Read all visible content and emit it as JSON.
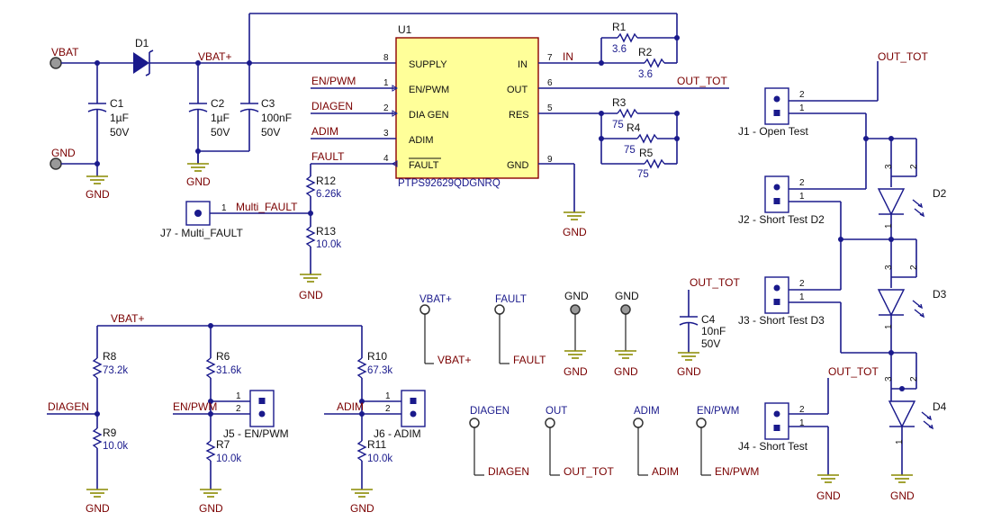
{
  "nets": {
    "vbat": "VBAT",
    "vbat_plus": "VBAT+",
    "gnd": "GND",
    "en_pwm": "EN/PWM",
    "diagen": "DIAGEN",
    "adim": "ADIM",
    "fault": "FAULT",
    "in": "IN",
    "out_tot": "OUT_TOT",
    "multi_fault": "Multi_FAULT",
    "out": "OUT"
  },
  "ic": {
    "ref": "U1",
    "part": "PTPS92629QDGNRQ",
    "pins": {
      "supply": {
        "num": "8",
        "name": "SUPPLY"
      },
      "en_pwm": {
        "num": "1",
        "name": "EN/PWM"
      },
      "diagen": {
        "num": "2",
        "name": "DIA GEN"
      },
      "adim": {
        "num": "3",
        "name": "ADIM"
      },
      "fault": {
        "num": "4",
        "name": "FAULT"
      },
      "in": {
        "num": "7",
        "name": "IN"
      },
      "out": {
        "num": "6",
        "name": "OUT"
      },
      "res": {
        "num": "5",
        "name": "RES"
      },
      "gnd": {
        "num": "9",
        "name": "GND"
      }
    }
  },
  "parts": {
    "d1": "D1",
    "c1": {
      "ref": "C1",
      "val": "1µF",
      "v": "50V"
    },
    "c2": {
      "ref": "C2",
      "val": "1µF",
      "v": "50V"
    },
    "c3": {
      "ref": "C3",
      "val": "100nF",
      "v": "50V"
    },
    "c4": {
      "ref": "C4",
      "val": "10nF",
      "v": "50V"
    },
    "r1": {
      "ref": "R1",
      "val": "3.6"
    },
    "r2": {
      "ref": "R2",
      "val": "3.6"
    },
    "r3": {
      "ref": "R3",
      "val": "75"
    },
    "r4": {
      "ref": "R4",
      "val": "75"
    },
    "r5": {
      "ref": "R5",
      "val": "75"
    },
    "r6": {
      "ref": "R6",
      "val": "31.6k"
    },
    "r7": {
      "ref": "R7",
      "val": "10.0k"
    },
    "r8": {
      "ref": "R8",
      "val": "73.2k"
    },
    "r9": {
      "ref": "R9",
      "val": "10.0k"
    },
    "r10": {
      "ref": "R10",
      "val": "67.3k"
    },
    "r11": {
      "ref": "R11",
      "val": "10.0k"
    },
    "r12": {
      "ref": "R12",
      "val": "6.26k"
    },
    "r13": {
      "ref": "R13",
      "val": "10.0k"
    },
    "d2": "D2",
    "d3": "D3",
    "d4": "D4"
  },
  "connectors": {
    "j1": "J1 - Open Test",
    "j2": "J2 - Short Test D2",
    "j3": "J3 - Short Test D3",
    "j4": "J4 - Short Test",
    "j5": "J5 - EN/PWM",
    "j6": "J6 - ADIM",
    "j7": "J7 - Multi_FAULT"
  },
  "pin_numbers": {
    "one": "1",
    "two": "2",
    "three": "3"
  }
}
